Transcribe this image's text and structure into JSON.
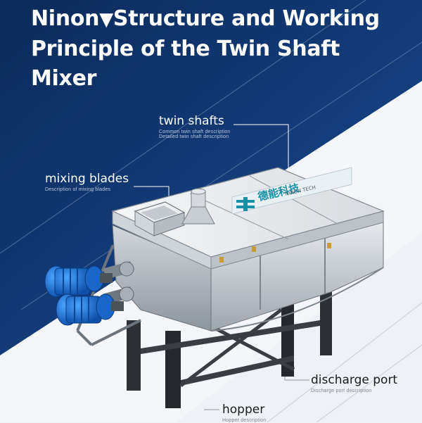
{
  "title": {
    "brand": "Ninon",
    "symbol": "▼",
    "line1_rest": "Structure and Working",
    "line2": "Principle of the Twin Shaft Mixer"
  },
  "logo": {
    "chinese_text": "德能科技",
    "english_text": "NINON TECH"
  },
  "callouts": {
    "twin_shafts": {
      "label": "twin shafts",
      "sub1": "Common twin shaft description",
      "sub2": "Detailed twin shaft description"
    },
    "mixing_blades": {
      "label": "mixing blades",
      "sub1": "Description of mixing blades"
    },
    "discharge_port": {
      "label": "discharge port",
      "sub1": "Discharge port description"
    },
    "hopper": {
      "label": "hopper",
      "sub1": "Hopper description"
    }
  },
  "colors": {
    "navy": "#0f2f63",
    "navy_light": "#1d4f8f",
    "motor_blue": "#1f6fd0",
    "logo_teal": "#1a8fa8"
  }
}
